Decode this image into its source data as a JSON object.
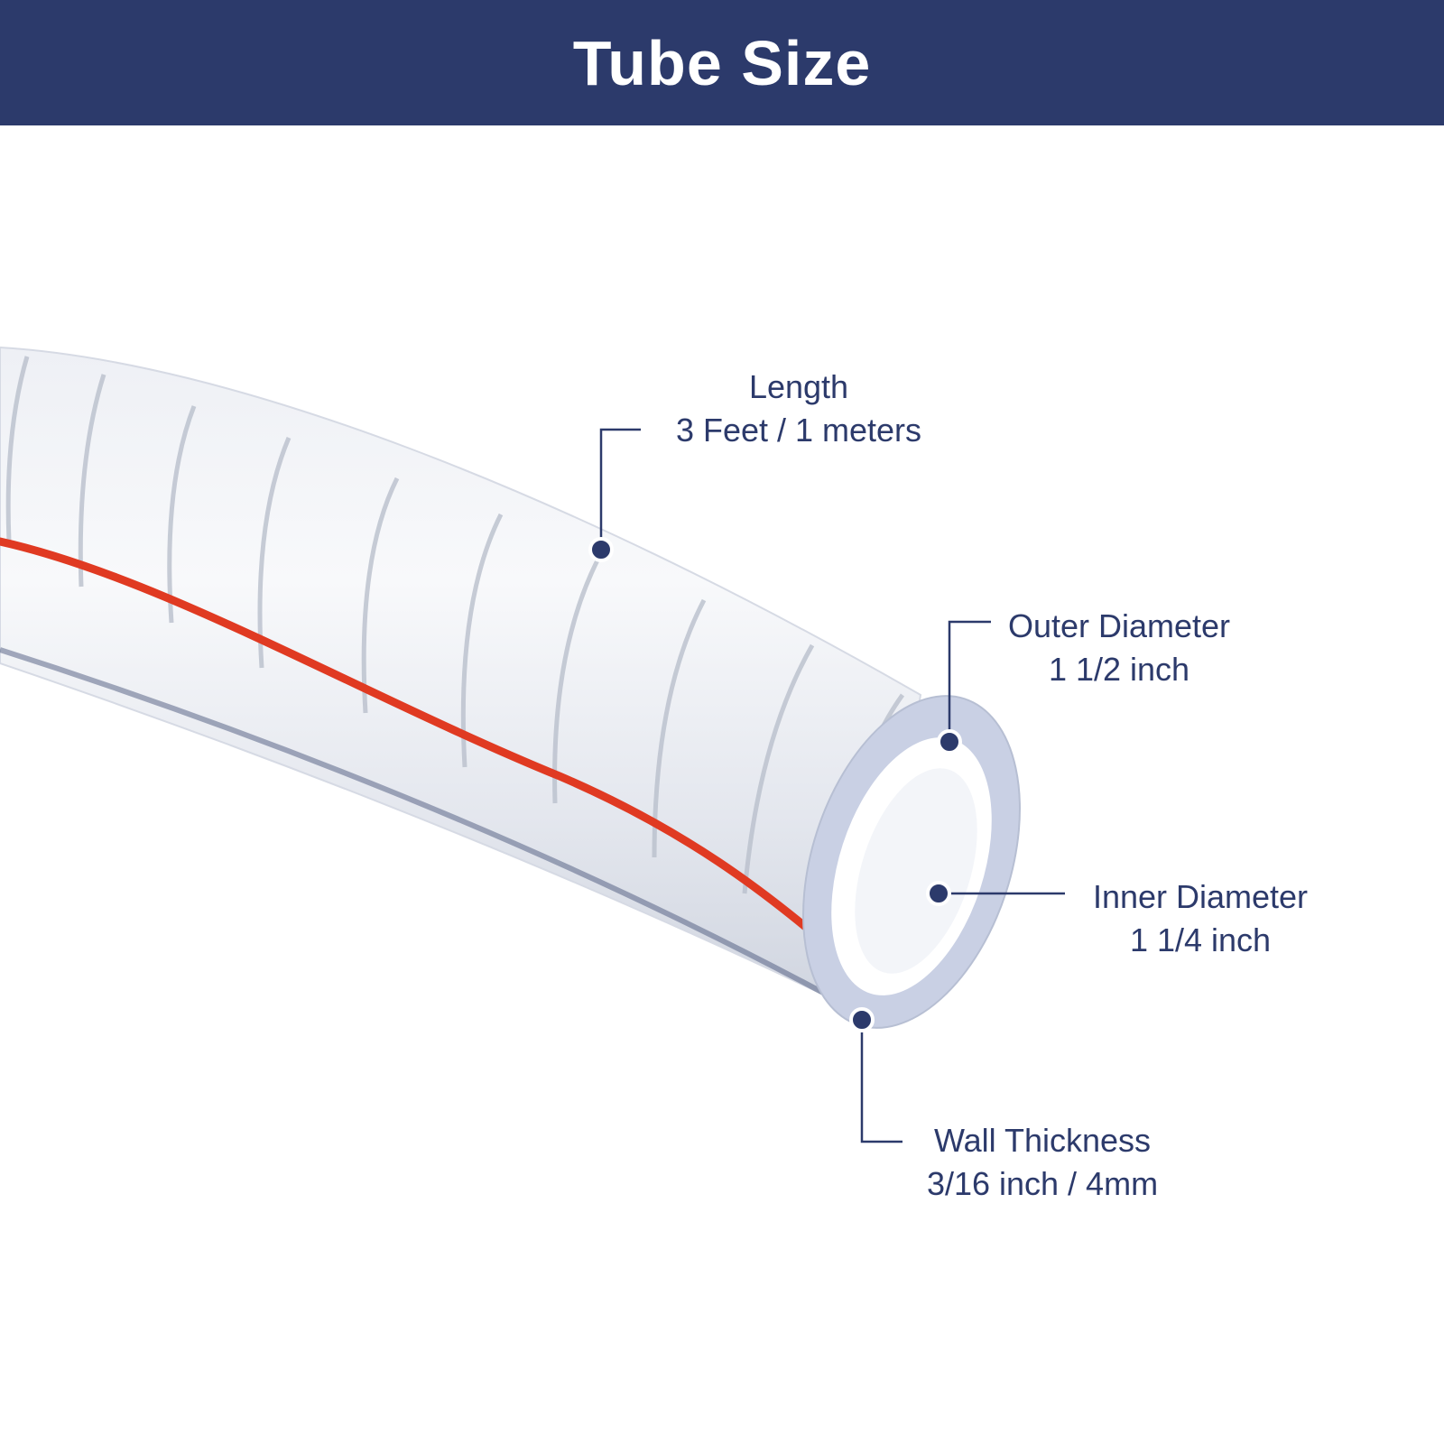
{
  "header": {
    "title": "Tube Size"
  },
  "callouts": {
    "length": {
      "name": "Length",
      "value": "3 Feet / 1 meters"
    },
    "outer_diameter": {
      "name": "Outer Diameter",
      "value": "1 1/2 inch"
    },
    "inner_diameter": {
      "name": "Inner Diameter",
      "value": "1 1/4 inch"
    },
    "wall_thickness": {
      "name": "Wall Thickness",
      "value": "3/16 inch / 4mm"
    }
  },
  "colors": {
    "header_bg": "#2c3a6b",
    "text": "#2c3a6b",
    "stripe": "#e03a22",
    "tube_body": "#e6e9ef",
    "tube_rim": "#c9d0e4"
  },
  "icons": {
    "tube": "clear-reinforced-hose"
  }
}
